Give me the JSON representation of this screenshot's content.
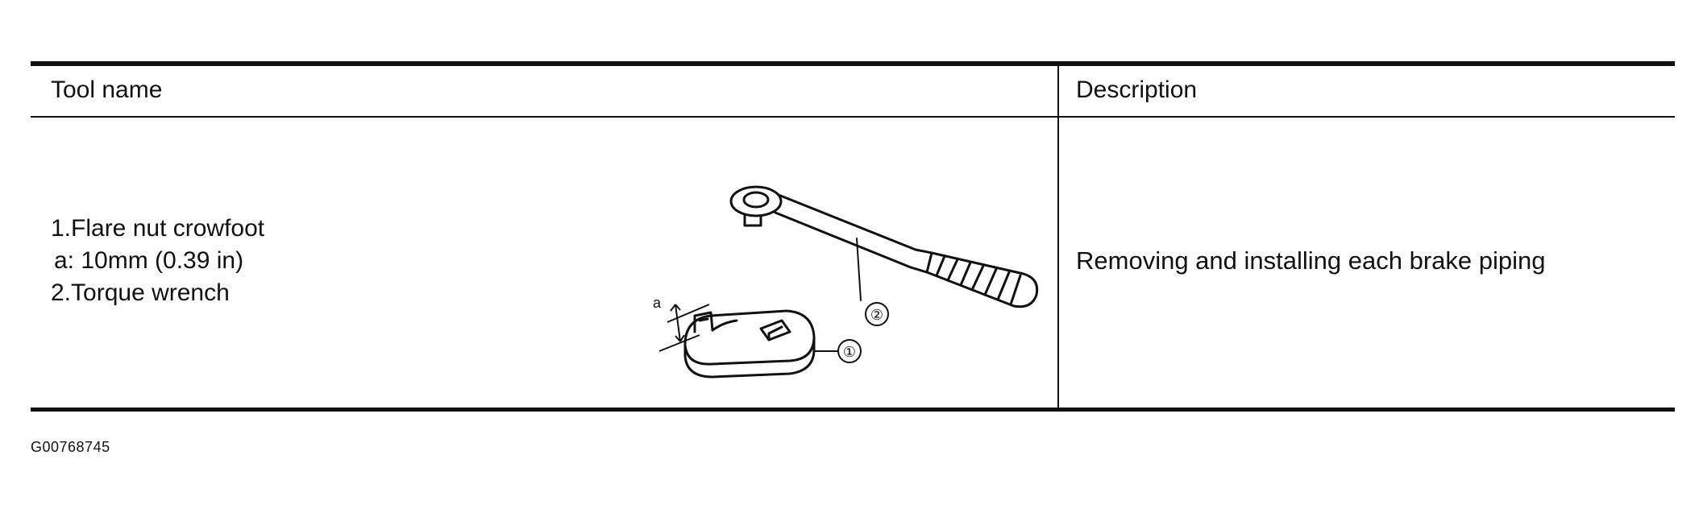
{
  "table": {
    "headers": {
      "tool_name": "Tool name",
      "description": "Description"
    },
    "row": {
      "tools": [
        "1.Flare nut crowfoot",
        "a: 10mm (0.39 in)",
        "2.Torque wrench"
      ],
      "illustration_labels": {
        "dimension": "a",
        "part1": "①",
        "part2": "②"
      },
      "description": "Removing and installing each brake piping"
    }
  },
  "figure_id": "G00768745"
}
